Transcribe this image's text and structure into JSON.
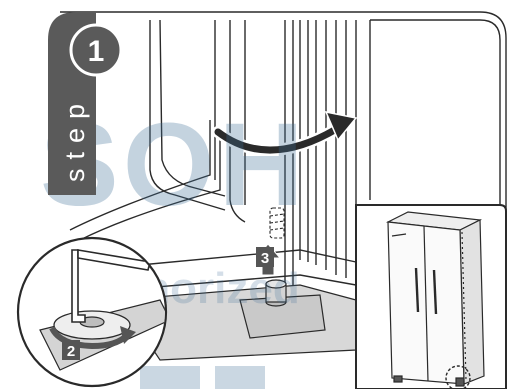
{
  "step": {
    "number": "1",
    "word": "step"
  },
  "callouts": [
    {
      "number": "2"
    },
    {
      "number": "3"
    }
  ],
  "watermark": {
    "line1": "SOH",
    "line2": "Authorized",
    "color": "#3f6f98"
  },
  "colors": {
    "step_banner": "#5a5a5a",
    "line_art": "#2a2a2a",
    "floor_grey": "#c9c9c9",
    "panel_grey": "#e2e2e2"
  }
}
